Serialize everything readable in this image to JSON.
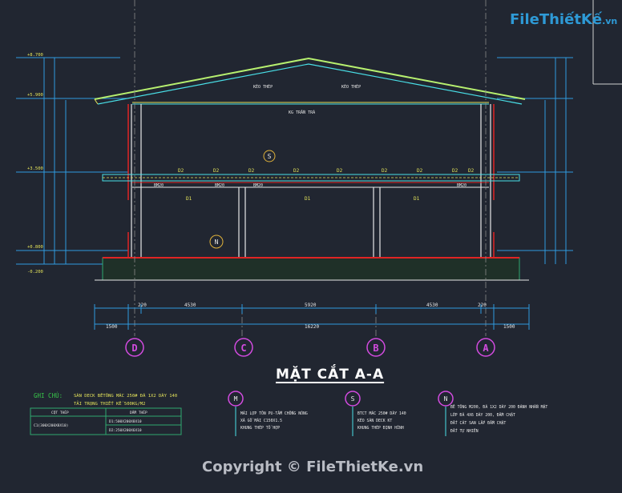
{
  "logo": {
    "main": "FileThiếtKế",
    "suffix": ".vn"
  },
  "title": "MẶT CẮT A-A",
  "copyright": "Copyright © FileThietKe.vn",
  "elevations": [
    "+8.700",
    "+5.900",
    "+3.500",
    "+0.800",
    "-0.200"
  ],
  "axes": [
    "D",
    "C",
    "B",
    "A"
  ],
  "dims_top": [
    "220",
    "4530",
    "5920",
    "4530",
    "220"
  ],
  "dims_bottom": [
    "1500",
    "16220",
    "1500"
  ],
  "beam_labels": [
    "D2",
    "D2",
    "D2",
    "D2",
    "D2",
    "D2",
    "D2",
    "D2",
    "D2"
  ],
  "d1_labels": [
    "D1",
    "D1",
    "D1"
  ],
  "bm_labels": [
    "BM20",
    "BM20",
    "BM20",
    "BM20"
  ],
  "truss_labels": [
    "KÈO THÉP",
    "KÈO THÉP"
  ],
  "ceiling_label": "KG TRẦN TRÁ",
  "markers": {
    "S": "S",
    "N": "N",
    "M": "M"
  },
  "notes": {
    "heading": "GHI CHÚ:",
    "line1": "SÀN DECK BÊTÔNG MÁC 250# ĐÁ 1X2 DÀY 140",
    "line2": "TẢI TRỌNG THIẾT KẾ 500KG/M2",
    "table_head": [
      "CỘT THÉP",
      "DẦM THÉP"
    ],
    "table_rows": [
      "D1:500X200X8X10",
      "D2:250X200X6X10"
    ],
    "table_col": "C1(300X200X8X10)"
  },
  "legend": {
    "M": [
      "MÁI LỢP TÔN PU-TẤM CHỐNG NÓNG",
      "XÀ GỒ MÁI C150X1.5",
      "KHUNG THÉP TỔ HỢP"
    ],
    "S": [
      "BTCT MÁC 250# DÀY 140",
      "KÈO SÀN DECK KT",
      "KHUNG THÉP ĐỊNH HÌNH"
    ],
    "N": [
      "BÊ TÔNG M200, ĐÁ 1X2 DÀY 200 ĐÁNH NHẴN MẶT",
      "LỚP ĐÁ 4X6 DÀY 200, ĐẦM CHẶT",
      "ĐẤT CÁT SAN LẤP ĐẦM CHẶT",
      "ĐẤT TỰ NHIÊN"
    ]
  }
}
